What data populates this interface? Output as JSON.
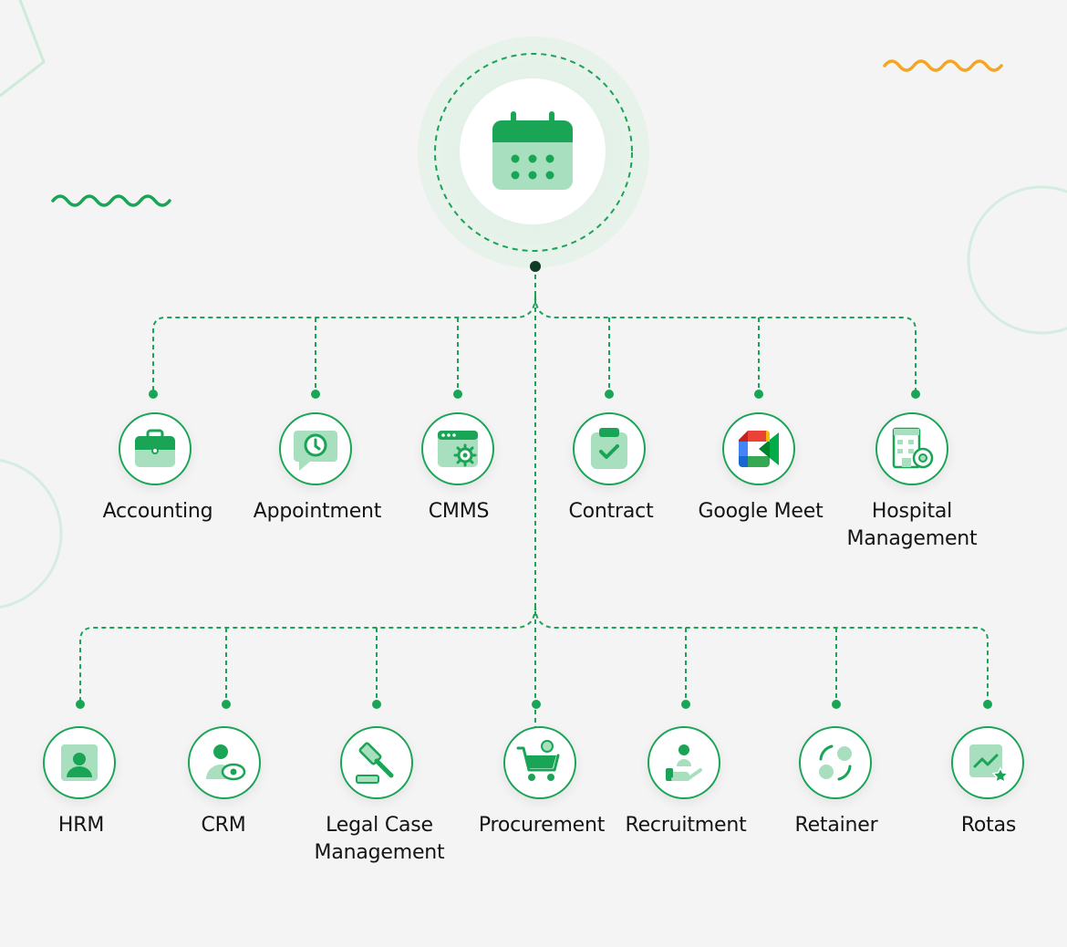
{
  "hub": {
    "icon": "calendar-icon"
  },
  "top_row": [
    {
      "label": "Accounting",
      "icon": "briefcase-icon"
    },
    {
      "label": "Appointment",
      "icon": "appointment-clock-icon"
    },
    {
      "label": "CMMS",
      "icon": "window-gear-icon"
    },
    {
      "label": "Contract",
      "icon": "clipboard-check-icon"
    },
    {
      "label": "Google Meet",
      "icon": "google-meet-icon"
    },
    {
      "label": "Hospital Management",
      "icon": "hospital-gear-icon"
    }
  ],
  "bottom_row": [
    {
      "label": "HRM",
      "icon": "person-card-icon"
    },
    {
      "label": "CRM",
      "icon": "person-eye-icon"
    },
    {
      "label": "Legal Case Management",
      "icon": "gavel-icon"
    },
    {
      "label": "Procurement",
      "icon": "cart-gear-icon"
    },
    {
      "label": "Recruitment",
      "icon": "hand-person-icon"
    },
    {
      "label": "Retainer",
      "icon": "cycle-dots-icon"
    },
    {
      "label": "Rotas",
      "icon": "chart-star-icon"
    }
  ],
  "colors": {
    "accent": "#1aa455",
    "accent_light": "#a8e0bf",
    "wave_green": "#1aa455",
    "wave_orange": "#f5a524",
    "background": "#f4f4f4"
  }
}
